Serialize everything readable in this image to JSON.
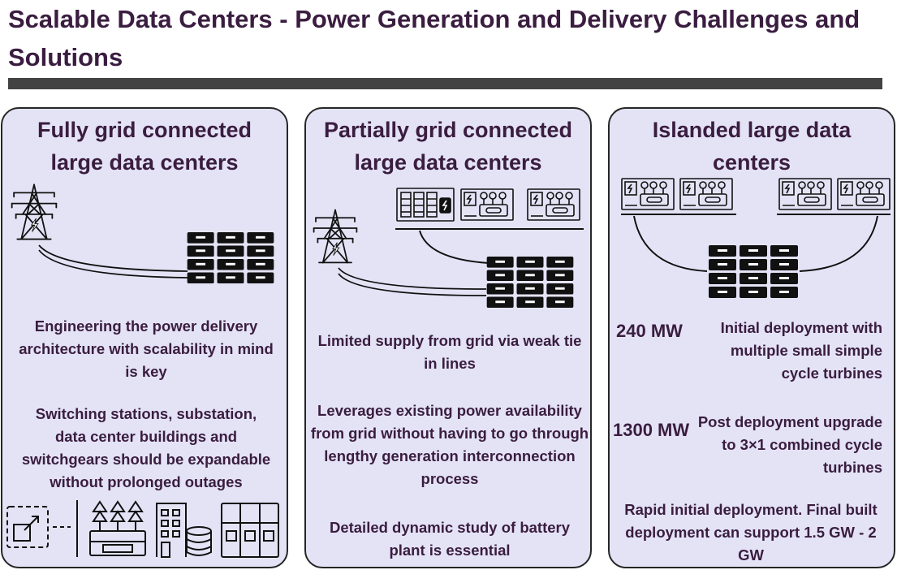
{
  "title": "Scalable Data Centers - Power Generation and Delivery Challenges and Solutions",
  "colors": {
    "panel": "#e4e3f6",
    "text": "#3a1d40",
    "bar": "#424242",
    "outline": "#262626"
  },
  "cards": [
    {
      "title": "Fully grid connected large data centers",
      "texts": [
        "Engineering the power delivery architecture with scalability in mind is key",
        "Switching stations, substation, data center buildings and switchgears should be expandable without prolonged outages"
      ],
      "icons": [
        "transmission-tower-icon",
        "server-rack-icon",
        "expansion-box-icon",
        "substation-icon",
        "data-center-building-icon",
        "switchgear-icon"
      ]
    },
    {
      "title": "Partially grid connected large data centers",
      "texts": [
        "Limited supply from grid via weak tie in lines",
        "Leverages existing power availability from grid without having to go through lengthy generation interconnection process",
        "Detailed dynamic study of battery plant is essential"
      ],
      "icons": [
        "transmission-tower-icon",
        "battery-storage-icon",
        "generator-icon",
        "server-rack-icon"
      ]
    },
    {
      "title": "Islanded large data centers",
      "stages": [
        {
          "capacity": "240 MW",
          "description": "Initial deployment with multiple small simple cycle turbines"
        },
        {
          "capacity": "1300 MW",
          "description": "Post deployment upgrade to 3×1 combined cycle turbines"
        }
      ],
      "summary": "Rapid initial deployment. Final built deployment can support 1.5 GW - 2 GW",
      "icons": [
        "generator-icon",
        "server-rack-icon"
      ]
    }
  ]
}
